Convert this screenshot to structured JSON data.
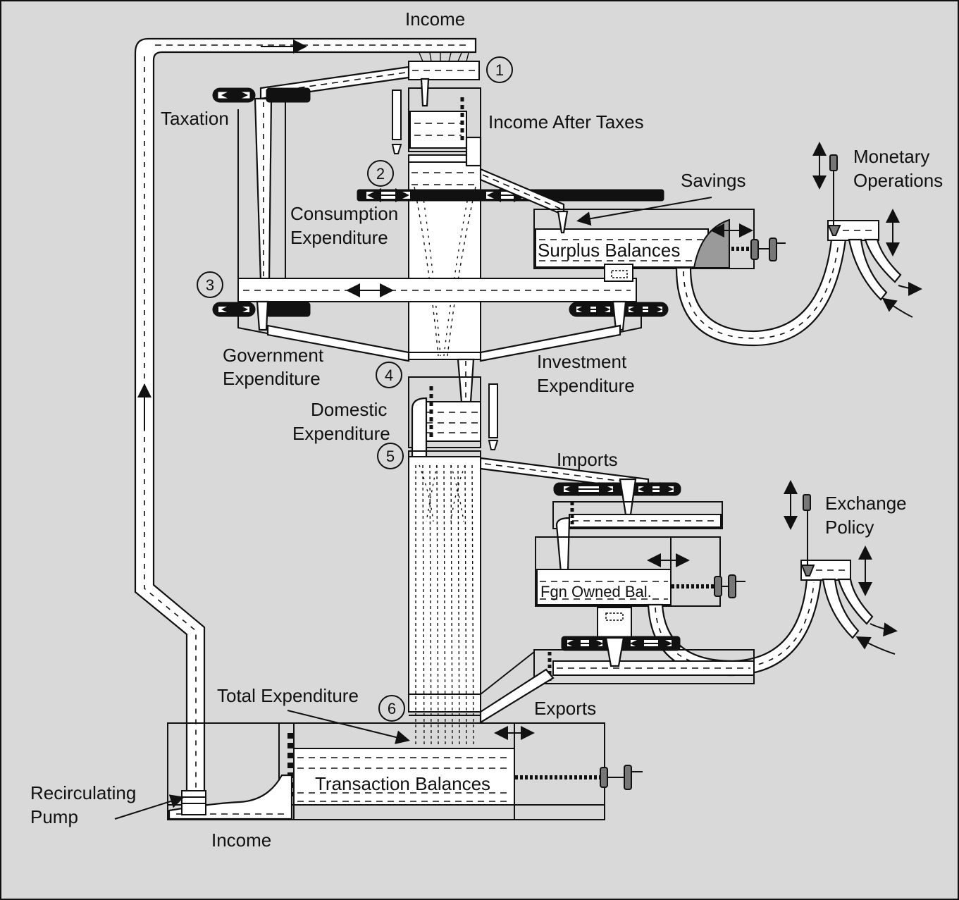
{
  "labels": {
    "income_top": "Income",
    "taxation": "Taxation",
    "income_after_taxes": "Income After Taxes",
    "savings": "Savings",
    "monetary_operations_1": "Monetary",
    "monetary_operations_2": "Operations",
    "consumption_expenditure_1": "Consumption",
    "consumption_expenditure_2": "Expenditure",
    "surplus_balances": "Surplus Balances",
    "government_expenditure_1": "Government",
    "government_expenditure_2": "Expenditure",
    "investment_expenditure_1": "Investment",
    "investment_expenditure_2": "Expenditure",
    "domestic_expenditure_1": "Domestic",
    "domestic_expenditure_2": "Expenditure",
    "imports": "Imports",
    "exchange_policy_1": "Exchange",
    "exchange_policy_2": "Policy",
    "fgn_owned_bal": "Fgn Owned Bal.",
    "total_expenditure": "Total Expenditure",
    "exports": "Exports",
    "transaction_balances": "Transaction Balances",
    "recirculating_pump_1": "Recirculating",
    "recirculating_pump_2": "Pump",
    "income_bottom": "Income"
  },
  "stage_numbers": [
    "1",
    "2",
    "3",
    "4",
    "5",
    "6"
  ],
  "colors": {
    "background": "#d9d9d9",
    "fluid": "#ffffff",
    "outline": "#111111",
    "valve_gate": "#9a9a9a"
  }
}
